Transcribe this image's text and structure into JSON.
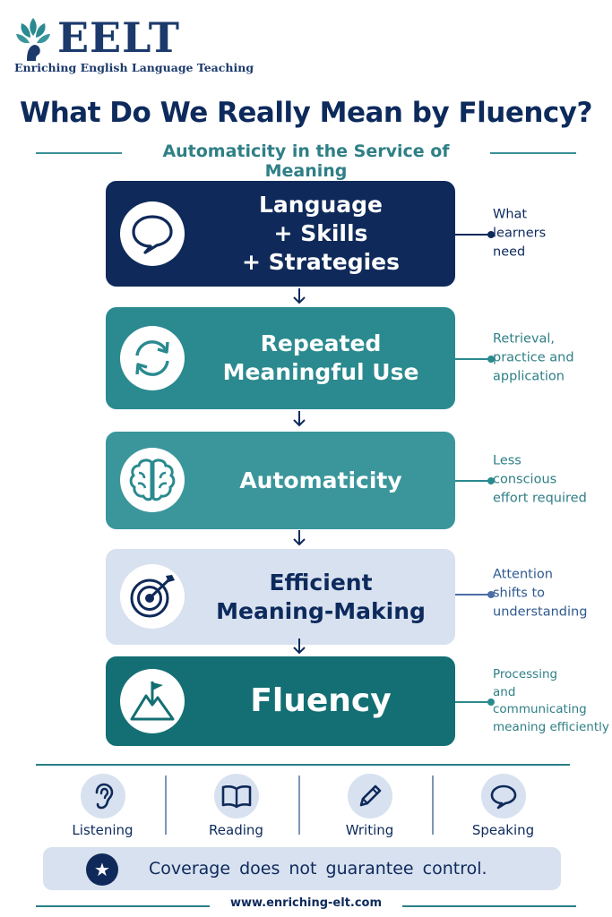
{
  "brand": {
    "name": "EELT",
    "tagline": "Enriching English Language Teaching"
  },
  "title": "What Do We Really Mean by Fluency?",
  "subtitle": "Automaticity in the Service of Meaning",
  "steps": [
    {
      "label": "Language\n+ Skills\n+ Strategies",
      "icon": "speech-bubble-icon",
      "note": "What\nlearners\nneed",
      "color": "#0f2a5a"
    },
    {
      "label": "Repeated\nMeaningful Use",
      "icon": "refresh-cycle-icon",
      "note": "Retrieval,\npractice and\napplication",
      "color": "#2a8a8f"
    },
    {
      "label": "Automaticity",
      "icon": "brain-icon",
      "note": "Less\nconscious\neffort required",
      "color": "#3a969b"
    },
    {
      "label": "Efficient\nMeaning-Making",
      "icon": "target-arrow-icon",
      "note": "Attention\nshifts to\nunderstanding",
      "color": "#d8e1ef"
    },
    {
      "label": "Fluency",
      "icon": "mountain-flag-icon",
      "note": "Processing\nand communicating\nmeaning efficiently",
      "color": "#136f73"
    }
  ],
  "skills": [
    {
      "label": "Listening",
      "icon": "ear-icon"
    },
    {
      "label": "Reading",
      "icon": "book-icon"
    },
    {
      "label": "Writing",
      "icon": "pencil-icon"
    },
    {
      "label": "Speaking",
      "icon": "speech-bubble-icon"
    }
  ],
  "banner": {
    "icon": "star-icon",
    "text": "Coverage does not guarantee control."
  },
  "footer": "www.enriching-elt.com"
}
